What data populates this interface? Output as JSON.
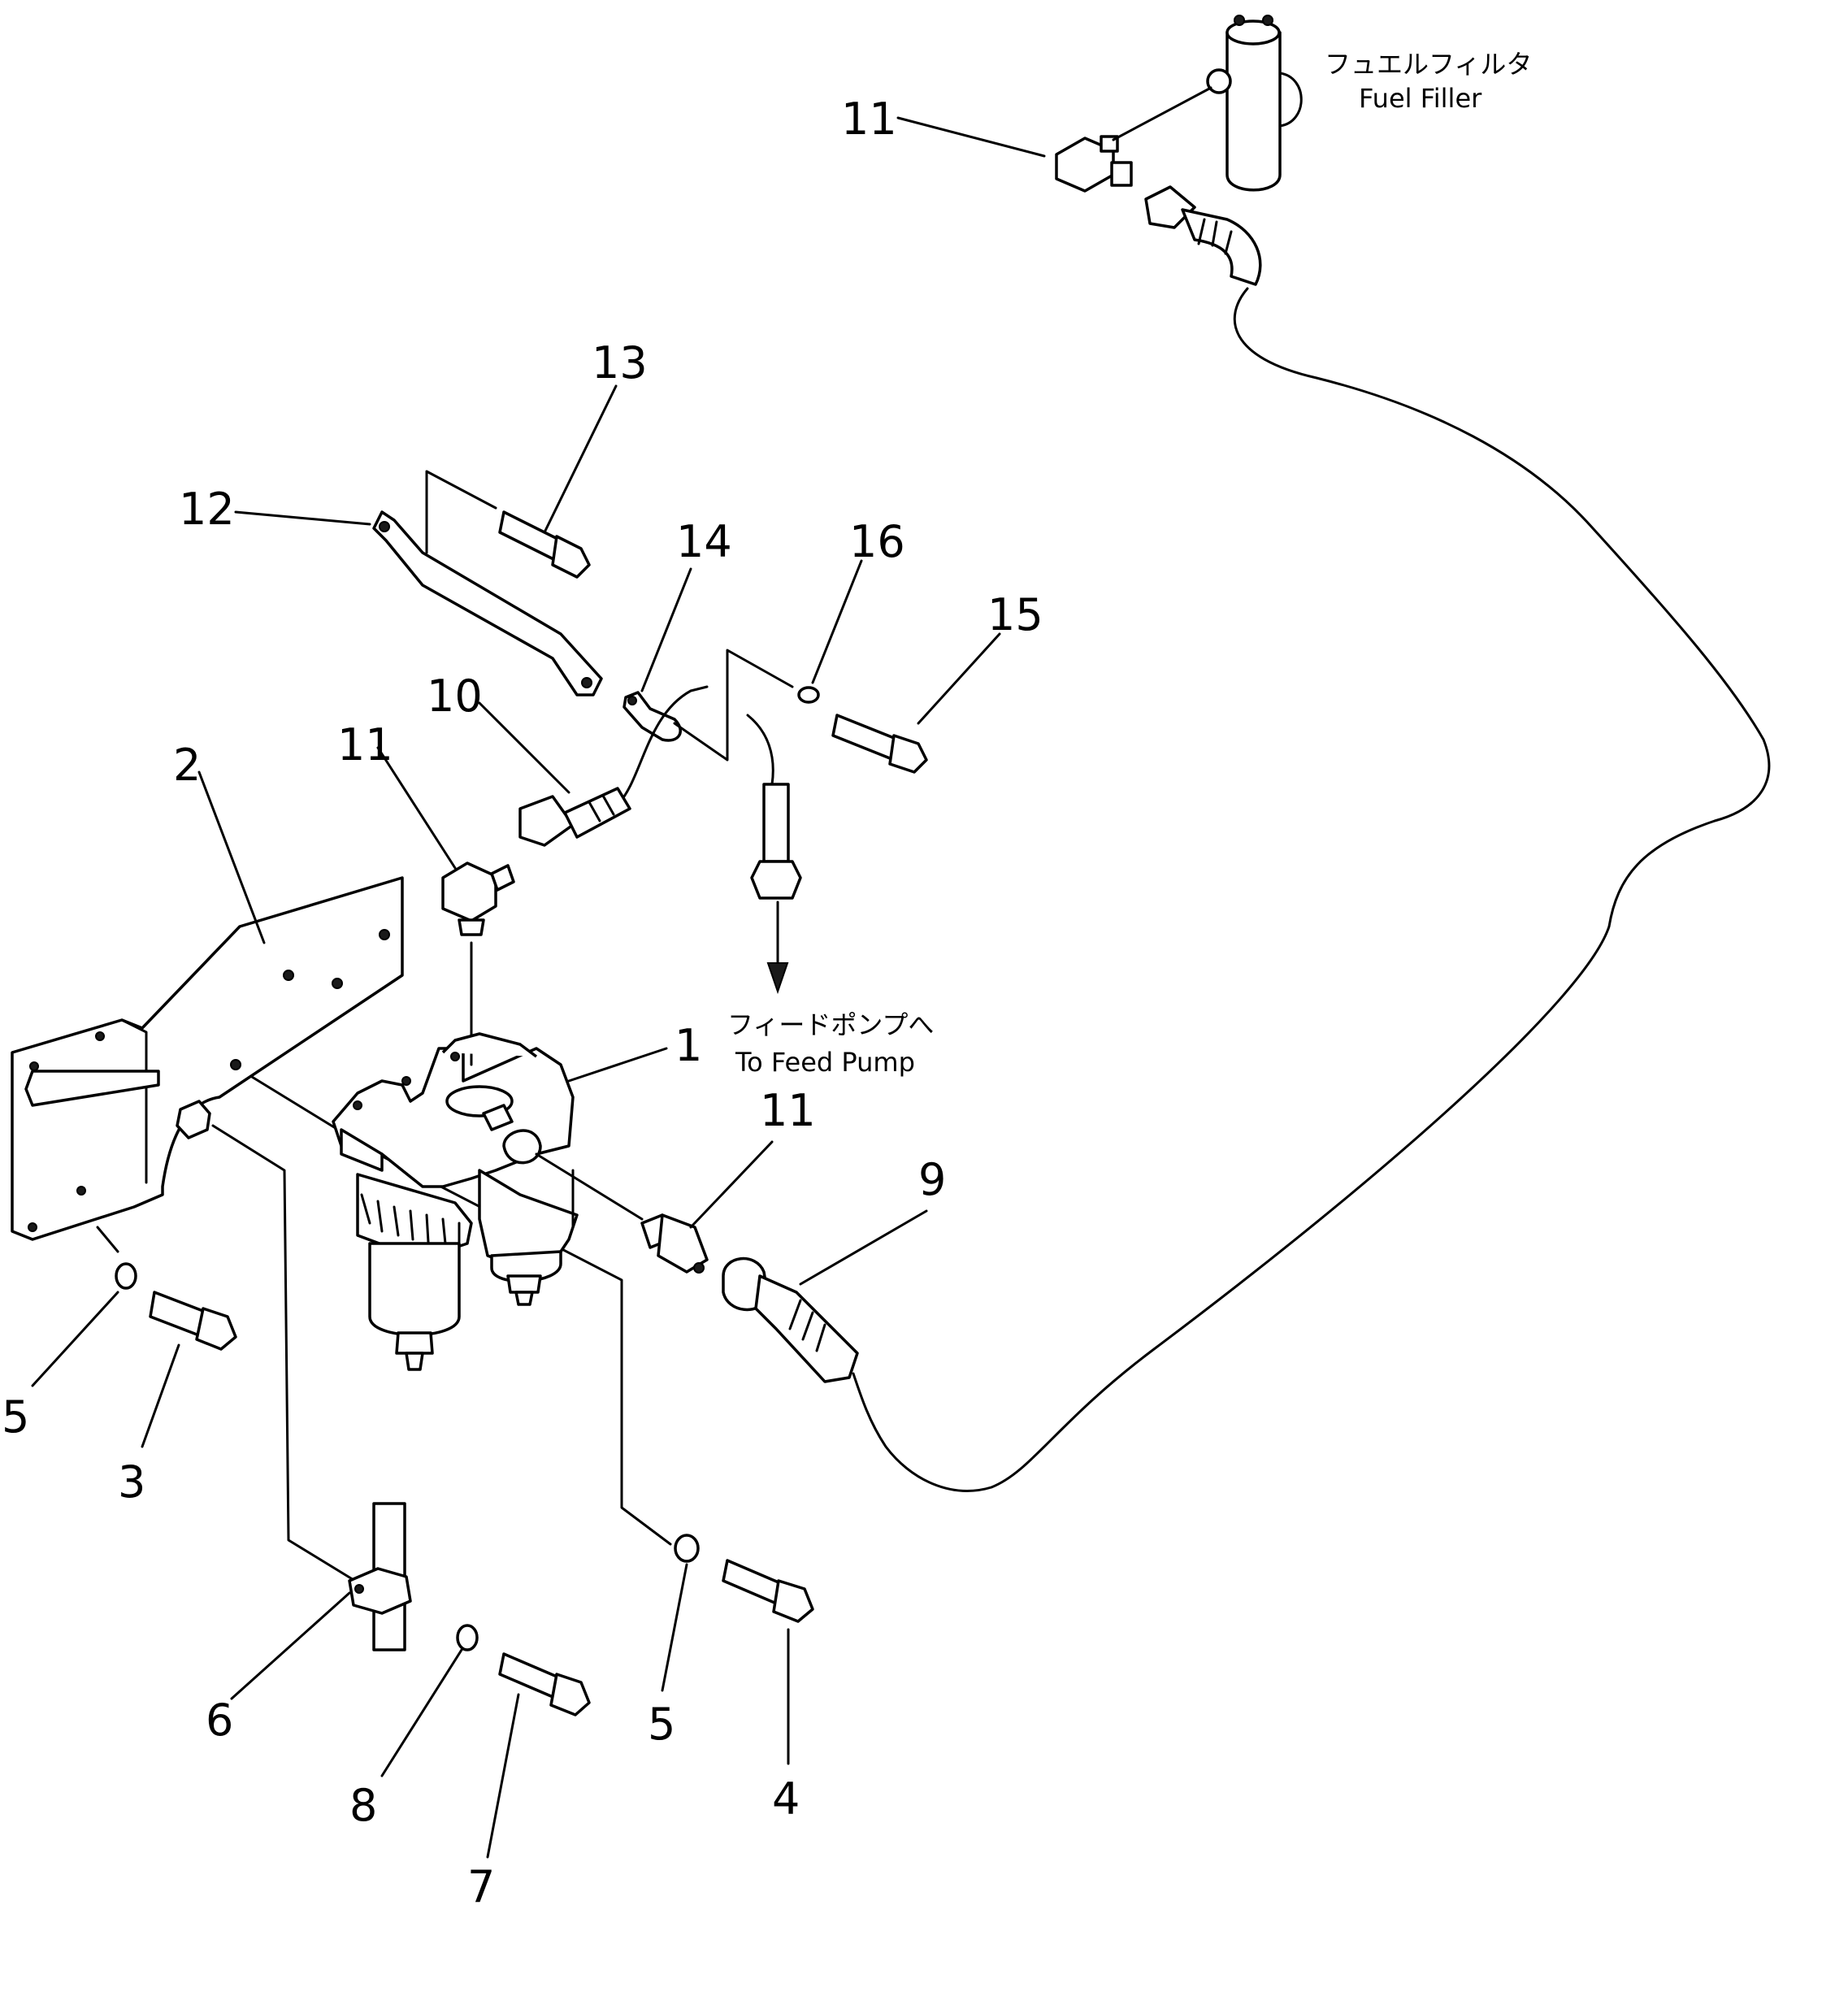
{
  "callouts": {
    "c1": "1",
    "c2": "2",
    "c3": "3",
    "c4": "4",
    "c5a": "5",
    "c5b": "5",
    "c6": "6",
    "c7": "7",
    "c8": "8",
    "c9": "9",
    "c10": "10",
    "c11a": "11",
    "c11b": "11",
    "c11c": "11",
    "c12": "12",
    "c13": "13",
    "c14": "14",
    "c15": "15",
    "c16": "16"
  },
  "notes": {
    "fuel_filter_jp": "フュエルフィルタ",
    "fuel_filter_en": "Fuel Filler",
    "feed_pump_jp": "フィードポンプへ",
    "feed_pump_en": "To Feed Pump"
  }
}
